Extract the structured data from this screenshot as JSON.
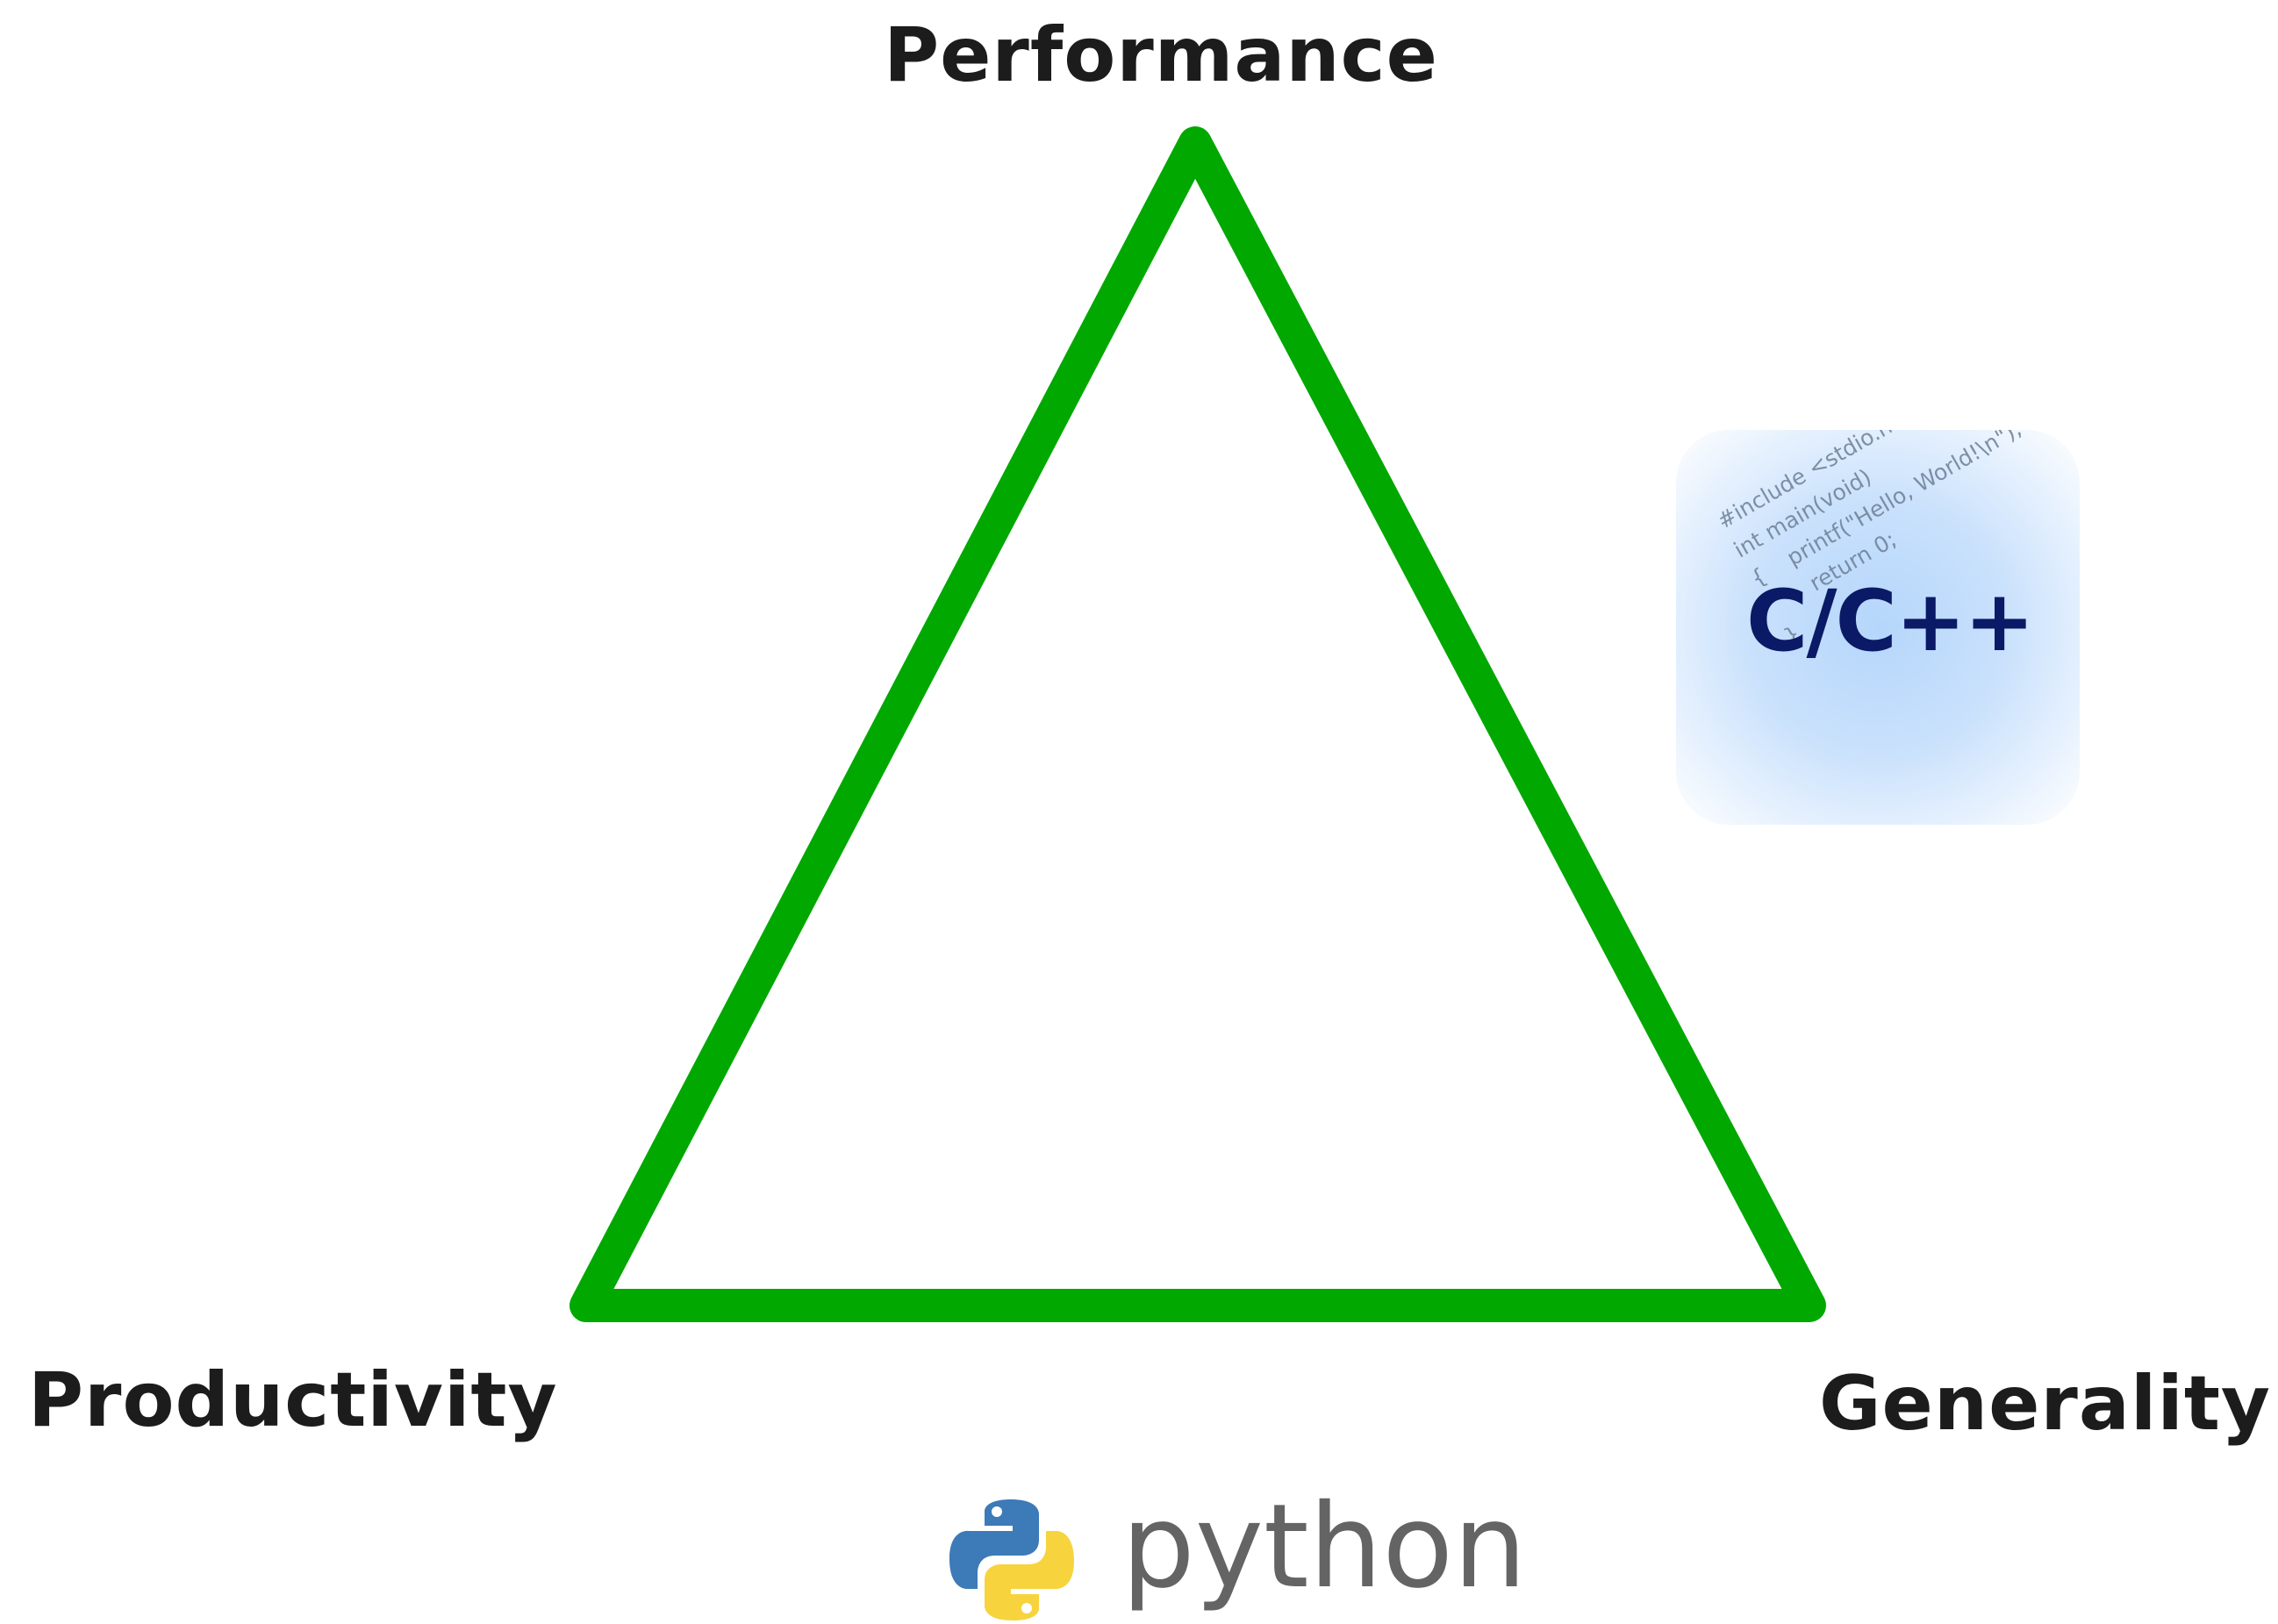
{
  "diagram": {
    "vertices": {
      "top": "Performance",
      "left": "Productivity",
      "right": "Generality"
    },
    "triangle_color": "#00a800"
  },
  "logos": {
    "cpp": {
      "title": "C/C++",
      "code_lines": [
        "#include <stdio.h>",
        "",
        "int main(void)",
        "{    printf(\"Hello, World!\\n\");",
        "",
        "       return 0;",
        "",
        "}"
      ]
    },
    "python": {
      "wordmark": "python"
    }
  }
}
